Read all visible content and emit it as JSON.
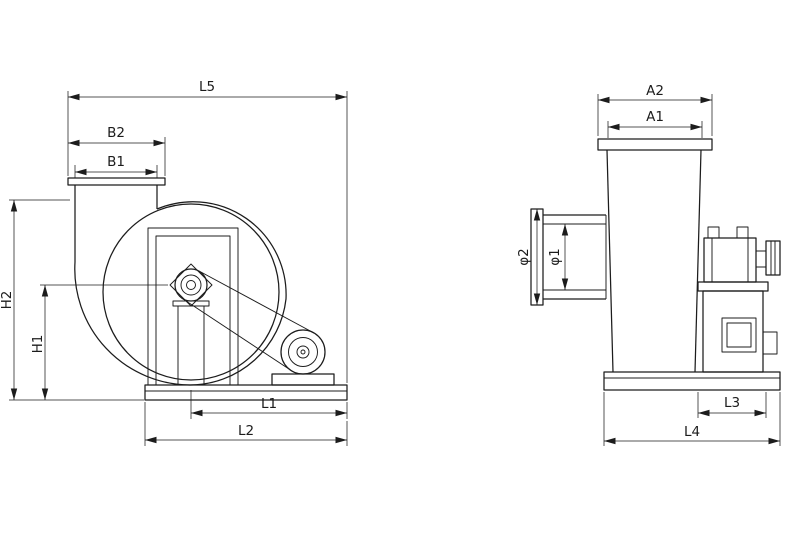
{
  "theme": {
    "line": "#1c1c1c",
    "background": "#ffffff"
  },
  "side_view": {
    "dims": {
      "L5": "L5",
      "B2": "B2",
      "B1": "B1",
      "H2": "H2",
      "H1": "H1",
      "L1": "L1",
      "L2": "L2"
    }
  },
  "end_view": {
    "dims": {
      "A2": "A2",
      "A1": "A1",
      "phi2": "φ2",
      "phi1": "φ1",
      "L3": "L3",
      "L4": "L4"
    }
  }
}
